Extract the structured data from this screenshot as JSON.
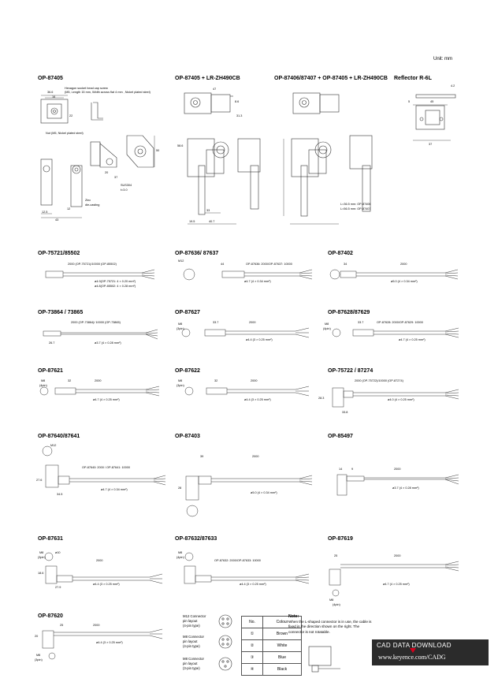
{
  "unit": "Unit: mm",
  "titles": {
    "t1": "OP-87405",
    "t2": "OP-87405 + LR-ZH490CB",
    "t3": "OP-87406/87407 + OP-87405 + LR-ZH490CB",
    "t4": "Reflector R-6L",
    "t5": "OP-75721/85502",
    "t6": "OP-87636/ 87637",
    "t7": "OP-87402",
    "t8": "OP-73864 / 73865",
    "t9": "OP-87627",
    "t10": "OP-87628/87629",
    "t11": "OP-87621",
    "t12": "OP-87622",
    "t13": "OP-75722 / 87274",
    "t14": "OP-87640/87641",
    "t15": "OP-87403",
    "t16": "OP-85497",
    "t17": "OP-87631",
    "t18": "OP-87632/87633",
    "t19": "OP-87619",
    "t20": "OP-87620"
  },
  "labels": {
    "hex": "Hexagon socket head cap screw",
    "hex2": "(M5, Length 15 mm, Width across flat 4 mm , Nickel plated steel)",
    "nut": "Nut (M5, Nickel plated steel)",
    "sus": "SUS304",
    "t3": "t=3.0",
    "zinc": "Zinc",
    "diec": "die-casting",
    "l1": "L=36.5 mm: OP-87406",
    "l2": "L=56.5 mm: OP-87407",
    "d1": "36.6",
    "d2": "16",
    "d3": "22",
    "d4": "12",
    "d5": "20",
    "d6": "50",
    "d7": "37",
    "d8": "12.5",
    "d9": "43",
    "d10": "47",
    "d11": "8.6",
    "d12": "31.3",
    "d13": "58.6",
    "d14": "33",
    "d15": "19.5",
    "d16": "40.7",
    "d17": "4.2",
    "d18": "5",
    "d19": "45",
    "d20": "37",
    "c5a": "2000 (OP-75721)/10000 (OP-85502)",
    "c5b": "ø4.9(OP-75721: 4 × 0.20 mm²)",
    "c5c": "ø4.8(OP-85502: 4 × 0.28 mm²)",
    "c6a": "M12",
    "c6b": "OP-87636: 2000/OP-87637: 10000",
    "c6c": "ø4.7 (4 × 0.34 mm²)",
    "c6d": "44",
    "c7a": "34",
    "c7b": "2000",
    "c7c": "ø5.0 (4 × 0.34 mm²)",
    "c8a": "2000 (OP-73864)/ 10000 (OP-73865)",
    "c8b": "ø3.7 (4 × 0.28 mm²)",
    "c8c": "26.7",
    "c9a": "M8",
    "c9b": "(3pin)",
    "c9c": "33.7",
    "c9d": "2000",
    "c9e": "ø4.4 (3 × 0.25 mm²)",
    "c10a": "M8",
    "c10b": "(4pin)",
    "c10c": "33.7",
    "c10d": "OP-87628: 2000/OP-87629: 10000",
    "c10e": "ø4.7 (4 × 0.25 mm²)",
    "c11a": "M8",
    "c11b": "(4pin)",
    "c11c": "32",
    "c11d": "2000",
    "c11e": "ø4.7 (4 × 0.25 mm²)",
    "c12a": "M8",
    "c12b": "(3pin)",
    "c12c": "32",
    "c12d": "2000",
    "c12e": "ø4.4 (3 × 0.25 mm²)",
    "c13a": "2000 (OP-75722)/10000 (OP-87274)",
    "c13b": "ø4.0 (4 × 0.25 mm²)",
    "c13c": "28.3",
    "c13d": "33.8",
    "c14a": "M12",
    "c14b": "OP-87640: 2000 / OP-87641: 10000",
    "c14c": "ø4.7 (4 × 0.34 mm²)",
    "c14d": "27.6",
    "c14e": "34.5",
    "c15a": "39",
    "c15b": "2000",
    "c15c": "ø5.0 (4 × 0.34 mm²)",
    "c15d": "28",
    "c16a": "14",
    "c16b": "9",
    "c16c": "2000",
    "c16d": "ø3.7 (4 × 0.28 mm²)",
    "c17a": "M8",
    "c17b": "(3pin)",
    "c17c": "ø10",
    "c17d": "2000",
    "c17e": "ø4.4 (3 × 0.25 mm²)",
    "c17f": "18.6",
    "c17g": "27.9",
    "c18a": "M8",
    "c18b": "(4pin)",
    "c18c": "OP-87632: 2000/OP-87633: 10000",
    "c18d": "ø4.4 (3 × 0.25 mm²)",
    "c19a": "25",
    "c19b": "2000",
    "c19c": "ø4.7 (4 × 0.25 mm²)",
    "c19d": "M8",
    "c19e": "(4pin)",
    "c20a": "25",
    "c20b": "2000",
    "c20c": "ø4.4 (3 × 0.25 mm²)",
    "c20d": "20",
    "c20e": "M8",
    "c20f": "(3pin)",
    "pin1": "M12 Connector",
    "pin1b": "pin layout",
    "pin1c": "(4-pin type)",
    "pin2": "M8 Connector",
    "pin2b": "pin layout",
    "pin2c": "(4-pin type)",
    "pin3": "M8 Connector",
    "pin3b": "pin layout",
    "pin3c": "(3-pin type)"
  },
  "legend": {
    "head_no": "No.",
    "head_colour": "Colour",
    "rows": [
      {
        "no": "①",
        "colour": "Brown"
      },
      {
        "no": "②",
        "colour": "White"
      },
      {
        "no": "③",
        "colour": "Blue"
      },
      {
        "no": "④",
        "colour": "Black"
      }
    ]
  },
  "note": {
    "title": "Note:",
    "body": "When the L-shaped connector is in use, the cable is fixed in the direction shown on the right. The connector is not rotatable."
  },
  "cad": {
    "title": "CAD DATA DOWNLOAD",
    "url": "www.keyence.com/CADG",
    "accent": "#d6001c"
  }
}
